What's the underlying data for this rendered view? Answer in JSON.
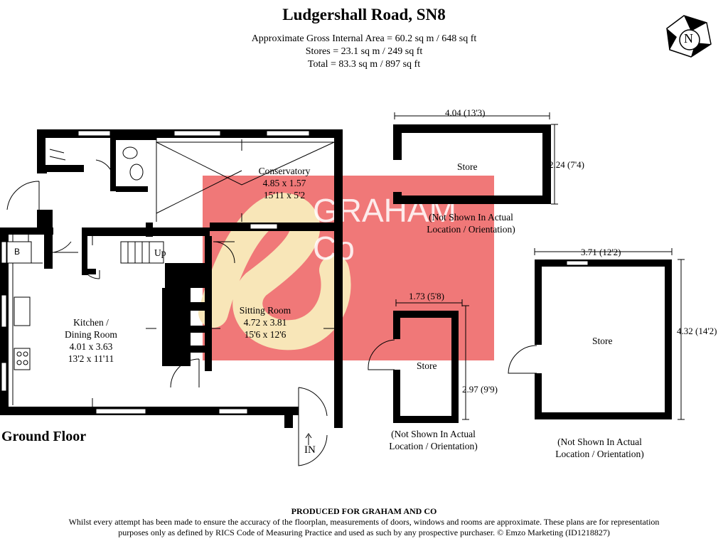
{
  "title": "Ludgershall Road, SN8",
  "area_lines": [
    "Approximate Gross Internal Area = 60.2 sq m / 648 sq ft",
    "Stores = 23.1 sq m / 249 sq ft",
    "Total = 83.3 sq m / 897 sq ft"
  ],
  "compass": {
    "label": "N"
  },
  "watermark": {
    "text_1": "GRAHAM",
    "text_2": "Co",
    "ampersand": "&",
    "color": "#f07878",
    "accent": "#f8e6b8"
  },
  "rooms": {
    "conservatory": {
      "name": "Conservatory",
      "metric": "4.85 x 1.57",
      "imperial": "15'11 x 5'2"
    },
    "kitchen": {
      "name_1": "Kitchen /",
      "name_2": "Dining Room",
      "metric": "4.01 x 3.63",
      "imperial": "13'2 x 11'11"
    },
    "sitting": {
      "name": "Sitting Room",
      "metric": "4.72 x 3.81",
      "imperial": "15'6 x 12'6"
    },
    "up_label": "Up",
    "boiler_label": "B",
    "in_label": "IN"
  },
  "floor_label": "Ground Floor",
  "stores": [
    {
      "name": "Store",
      "dim_width": "4.04 (13'3)",
      "dim_depth": "2.24 (7'4)",
      "note_1": "(Not Shown In Actual",
      "note_2": "Location / Orientation)"
    },
    {
      "name": "Store",
      "dim_width": "1.73 (5'8)",
      "dim_depth": "2.97 (9'9)",
      "note_1": "(Not Shown In Actual",
      "note_2": "Location / Orientation)"
    },
    {
      "name": "Store",
      "dim_width": "3.71 (12'2)",
      "dim_depth": "4.32 (14'2)",
      "note_1": "(Not Shown In Actual",
      "note_2": "Location / Orientation)"
    }
  ],
  "footer": {
    "heading": "PRODUCED FOR GRAHAM AND CO",
    "line_1": "Whilst every attempt has been made to ensure the accuracy of the floorplan, measurements of doors, windows and rooms are approximate. These plans are for representation",
    "line_2": "purposes only as defined by RICS Code of Measuring Practice and used as such by any prospective purchaser. © Emzo Marketing (ID1218827)"
  }
}
